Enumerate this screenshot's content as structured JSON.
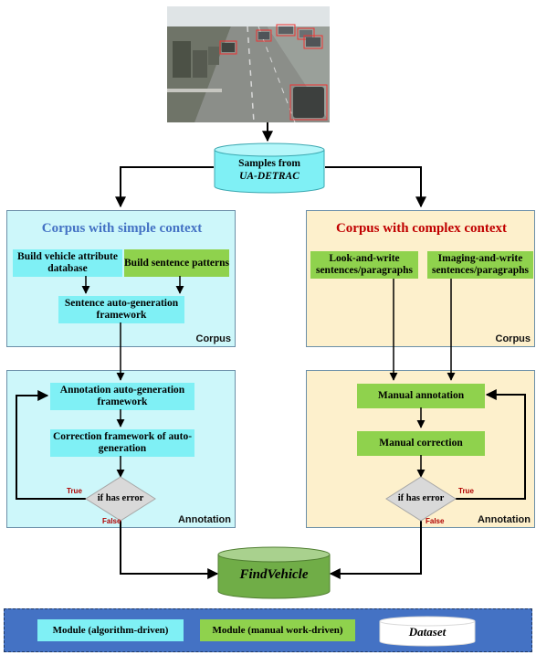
{
  "source": {
    "line1": "Samples from",
    "line2": "UA-DETRAC"
  },
  "simple_panel": {
    "title": "Corpus with simple context",
    "box_attr": "Build vehicle attribute database",
    "box_patterns": "Build sentence patterns",
    "box_autogen": "Sentence auto-generation framework",
    "corner": "Corpus"
  },
  "complex_panel": {
    "title": "Corpus with complex context",
    "box_look": "Look-and-write sentences/paragraphs",
    "box_imaging": "Imaging-and-write sentences/paragraphs",
    "corner": "Corpus"
  },
  "simple_annotation": {
    "box_annot": "Annotation auto-generation framework",
    "box_correction": "Correction framework of auto-generation",
    "decision": "if has error",
    "true_label": "True",
    "false_label": "False",
    "corner": "Annotation"
  },
  "complex_annotation": {
    "box_manual_annot": "Manual annotation",
    "box_manual_corr": "Manual correction",
    "decision": "if has error",
    "true_label": "True",
    "false_label": "False",
    "corner": "Annotation"
  },
  "output": {
    "label": "FindVehicle"
  },
  "legend": {
    "algorithm": "Module (algorithm-driven)",
    "manual": "Module (manual work-driven)",
    "dataset": "Dataset"
  },
  "colors": {
    "cyan_module": "#7ff0f5",
    "green_module": "#8fd24d",
    "blue_panel": "#cdf7fa",
    "orange_panel": "#fdf0cc",
    "simple_title": "#4472c4",
    "complex_title": "#c00000",
    "legend_bg": "#4472c4"
  }
}
